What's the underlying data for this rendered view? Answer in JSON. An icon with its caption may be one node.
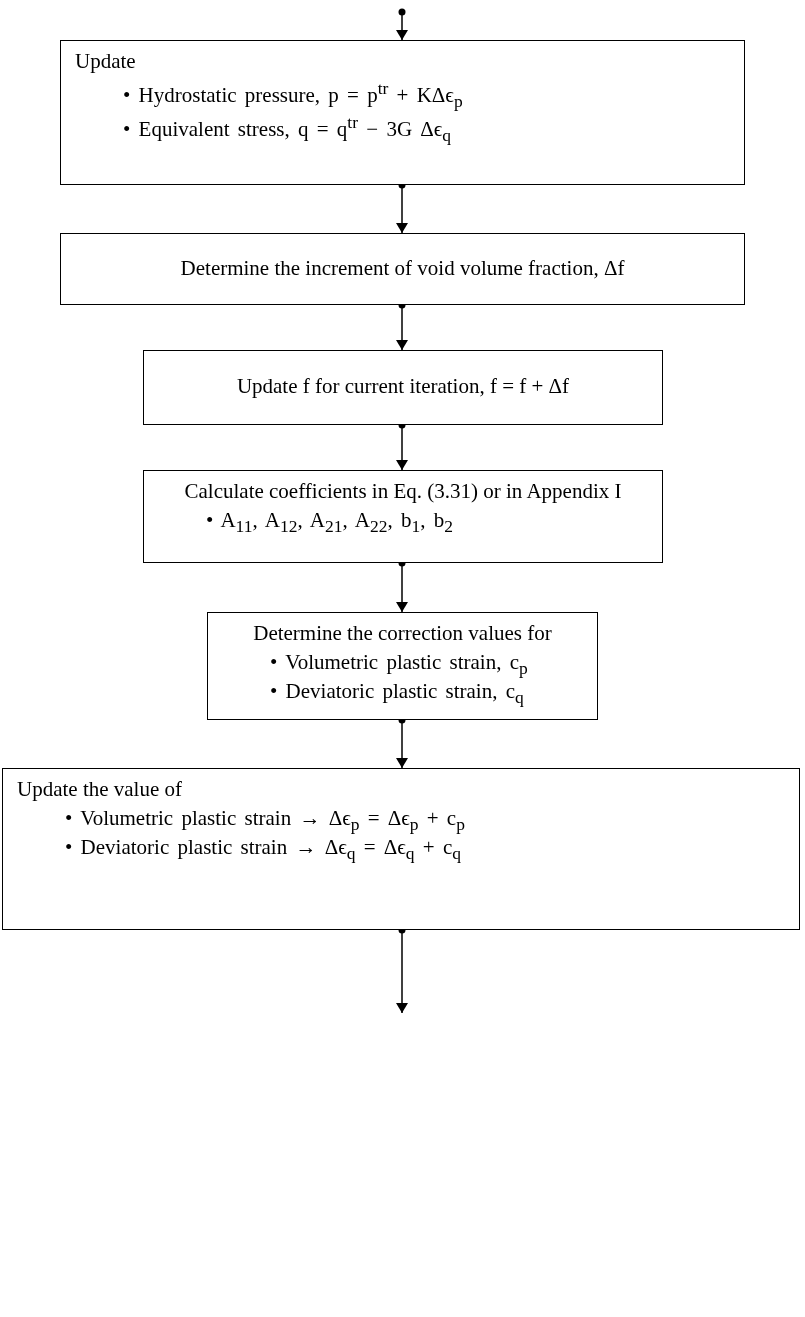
{
  "diagram": {
    "nodes": [
      {
        "text": [
          "Update",
          "• Hydrostatic pressure, p = p$^{tr}$ + KΔϵ$_{p}$",
          "• Equivalent stress, q = q$^{tr}$ − 3G Δϵ$_{q}$"
        ]
      },
      {
        "text": [
          "Determine the increment of void volume fraction, Δf"
        ]
      },
      {
        "text": [
          "Update f for current iteration, f = f + Δf"
        ]
      },
      {
        "text": [
          "Calculate coefficients in Eq. (3.31) or in Appendix I",
          "• A$_{11}$, A$_{12}$, A$_{21}$, A$_{22}$, b$_{1}$, b$_{2}$"
        ]
      },
      {
        "text": [
          "Determine the correction values for",
          "• Volumetric plastic strain, c$_{p}$",
          "• Deviatoric plastic strain, c$_{q}$"
        ]
      },
      {
        "text": [
          "Update the value of",
          "• Volumetric plastic strain → Δϵ$_{p}$ = Δϵ$_{p}$ + c$_{p}$",
          "• Deviatoric plastic strain → Δϵ$_{q}$ = Δϵ$_{q}$ + c$_{q}$"
        ]
      }
    ],
    "edges": [
      {
        "from": null,
        "to": 0,
        "arrow": "to"
      },
      {
        "from": 0,
        "to": 1,
        "arrow": "to"
      },
      {
        "from": 1,
        "to": 2,
        "arrow": "to"
      },
      {
        "from": 2,
        "to": 3,
        "arrow": "to"
      },
      {
        "from": 3,
        "to": 4,
        "arrow": "to"
      },
      {
        "from": 4,
        "to": 5,
        "arrow": "to"
      },
      {
        "from": 5,
        "to": null,
        "arrow": "to"
      }
    ]
  }
}
